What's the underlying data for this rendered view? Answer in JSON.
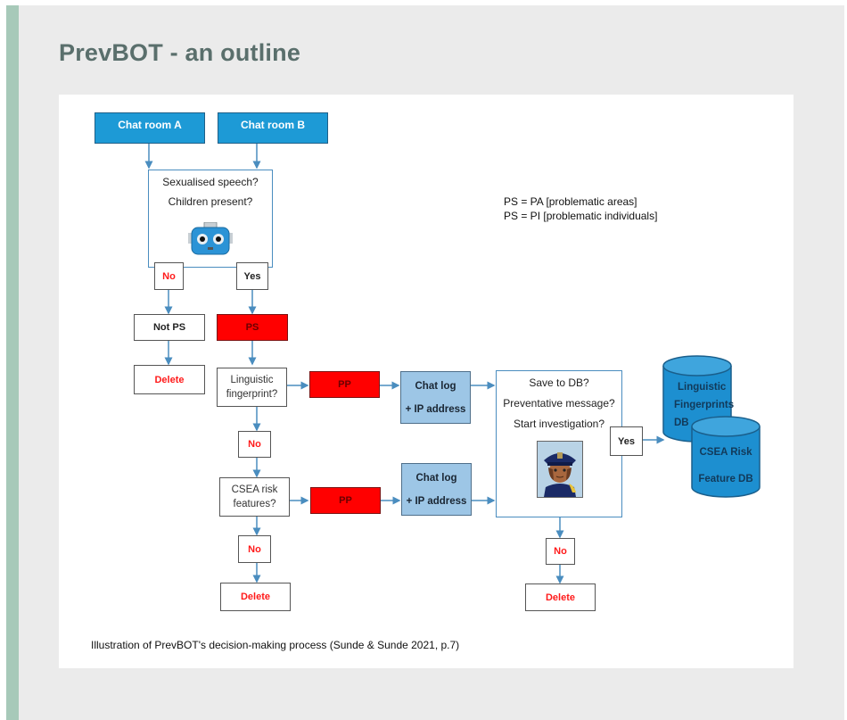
{
  "slide": {
    "title": "PrevBOT - an outline",
    "accent_color": "#a7c9b9",
    "title_color": "#5a6f6c"
  },
  "diagram": {
    "chat_rooms": [
      "Chat room A",
      "Chat room B"
    ],
    "screening_questions": [
      "Sexualised speech?",
      "Children present?"
    ],
    "screening_icon": "robot-icon",
    "branch_no": "No",
    "branch_yes": "Yes",
    "not_ps": "Not PS",
    "ps": "PS",
    "delete": "Delete",
    "linguistic_question": [
      "Linguistic",
      "fingerprint?"
    ],
    "csea_question": [
      "CSEA risk",
      "features?"
    ],
    "pp": "PP",
    "chat_log": [
      "Chat log",
      "+ IP address"
    ],
    "decision_questions": [
      "Save to DB?",
      "Preventative message?",
      "Start investigation?"
    ],
    "decision_icon": "police-officer-icon",
    "databases": [
      {
        "lines": [
          "Linguistic",
          "Fingerprints",
          "DB"
        ]
      },
      {
        "lines": [
          "CSEA Risk",
          "Feature DB"
        ]
      }
    ],
    "legend": [
      "PS = PA [problematic areas]",
      "PS = PI [problematic individuals]"
    ],
    "caption": "Illustration of PrevBOT's decision-making process (Sunde & Sunde 2021, p.7)",
    "colors": {
      "chat_room": "#1d9ad6",
      "positive": "#ff0000",
      "log": "#9dc6e6",
      "database": "#1d8fd0",
      "negative_text": "#ff1a1a",
      "connector": "#4a8dbf"
    }
  }
}
